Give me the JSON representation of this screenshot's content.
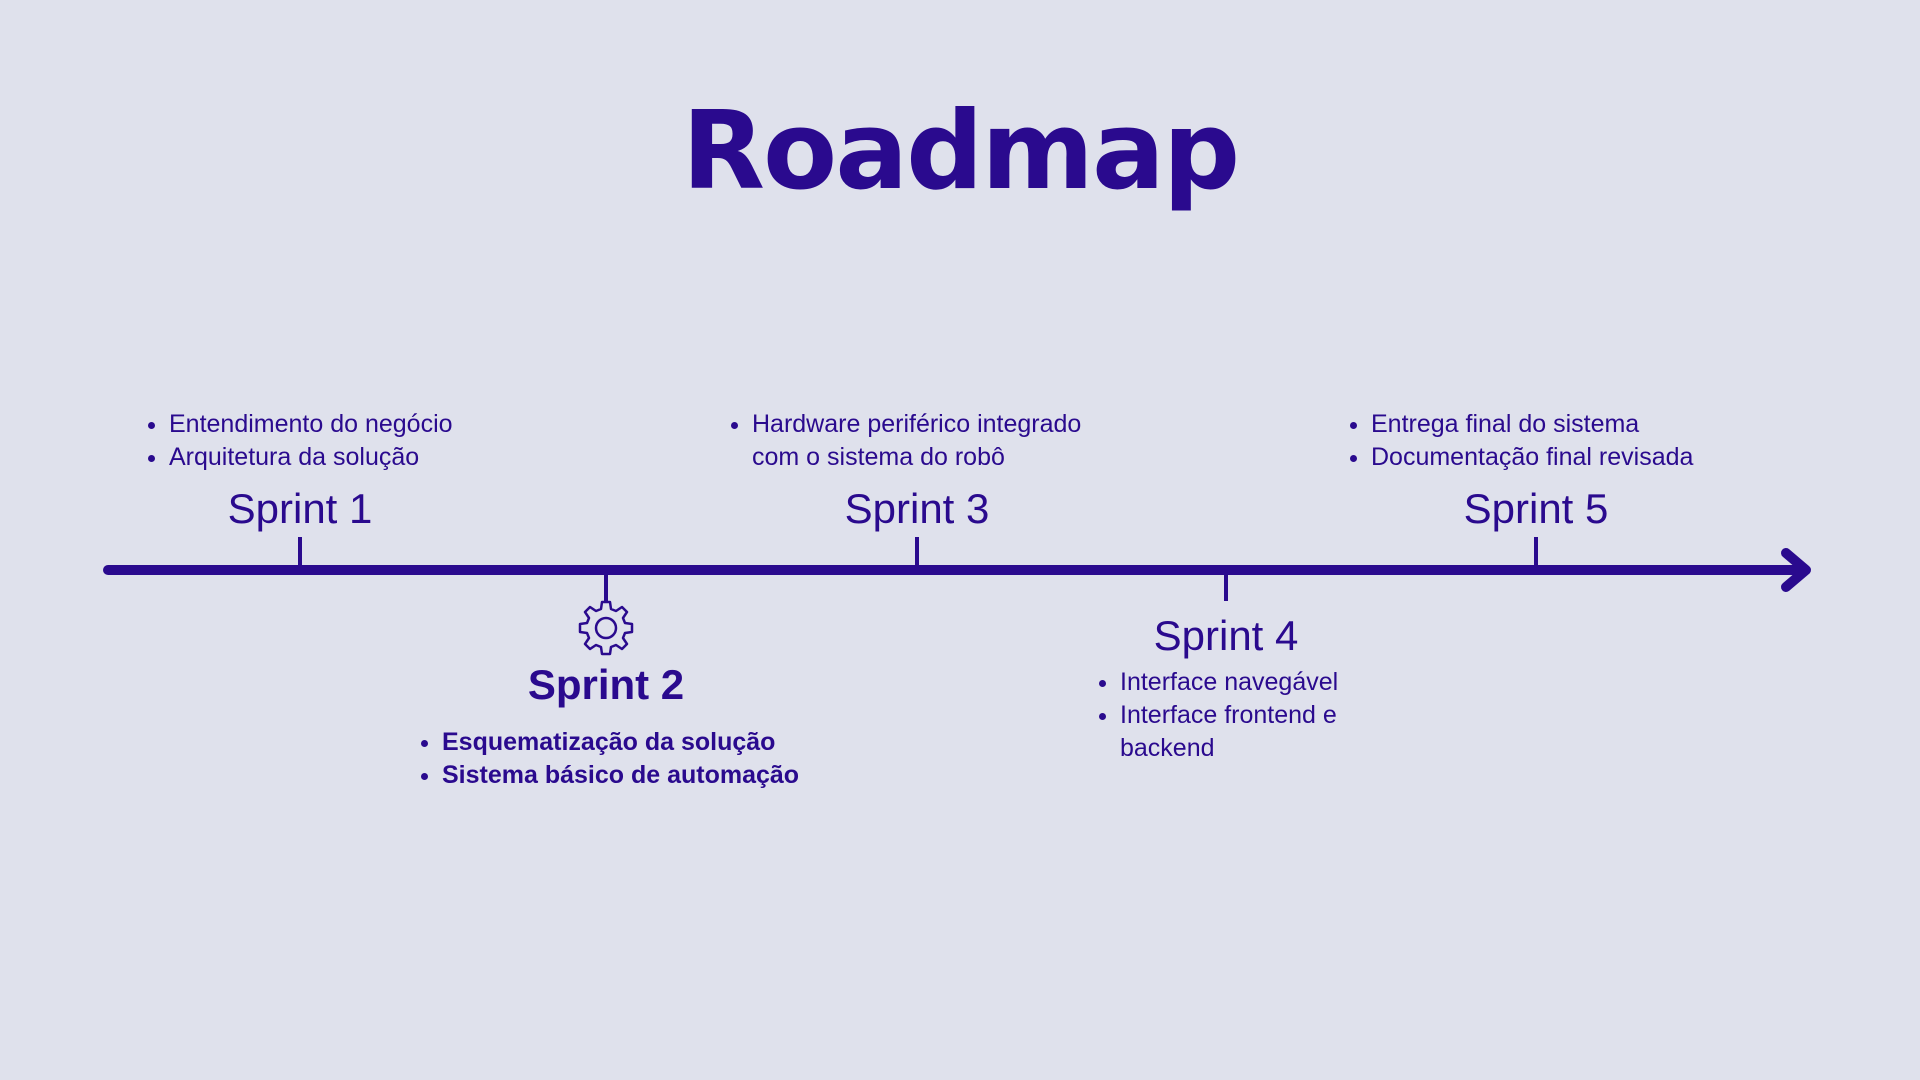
{
  "title": "Roadmap",
  "colors": {
    "background": "#dfe1ec",
    "accent": "#2a0a8e"
  },
  "sprints": [
    {
      "label": "Sprint 1",
      "items": [
        "Entendimento do negócio",
        "Arquitetura da solução"
      ]
    },
    {
      "label": "Sprint 2",
      "icon": "gear-icon",
      "items": [
        "Esquematização da solução",
        "Sistema básico de automação"
      ]
    },
    {
      "label": "Sprint 3",
      "items": [
        "Hardware periférico integrado",
        "com o sistema do robô"
      ]
    },
    {
      "label": "Sprint 4",
      "items": [
        "Interface navegável",
        "Interface frontend e",
        "backend"
      ]
    },
    {
      "label": "Sprint 5",
      "items": [
        "Entrega final do sistema",
        "Documentação final revisada"
      ]
    }
  ]
}
